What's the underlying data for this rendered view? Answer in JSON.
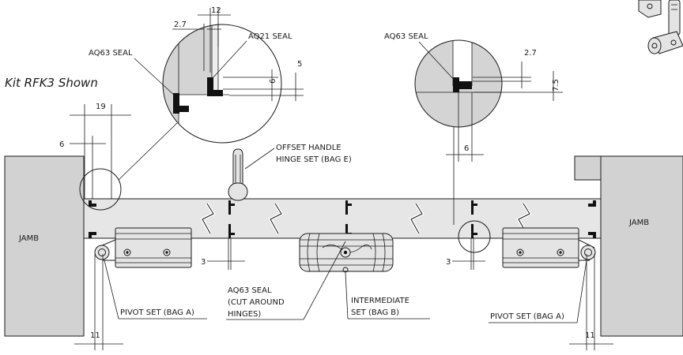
{
  "diagram": {
    "title": "Kit RFK3 Shown",
    "jamb_left": "JAMB",
    "jamb_right": "JAMB",
    "labels": {
      "aq63_seal_left": "AQ63 SEAL",
      "aq21_seal": "AQ21 SEAL",
      "aq63_seal_right": "AQ63 SEAL",
      "offset_handle_line1": "OFFSET HANDLE",
      "offset_handle_line2": "HINGE SET (BAG E)",
      "aq63_cut_line1": "AQ63 SEAL",
      "aq63_cut_line2": "(CUT AROUND",
      "aq63_cut_line3": "HINGES)",
      "intermediate_line1": "INTERMEDIATE",
      "intermediate_line2": "SET (BAG B)",
      "pivot_left": "PIVOT SET (BAG A)",
      "pivot_right": "PIVOT SET (BAG A)"
    },
    "dimensions": {
      "d12": "12",
      "d2_7_left": "2.7",
      "d5": "5",
      "d6_detail_left": "6",
      "d19": "19",
      "d6_left": "6",
      "d2_7_right": "2.7",
      "d7_5": "7.5",
      "d6_right": "6",
      "d3_left": "3",
      "d3_right": "3",
      "d11_left": "11",
      "d11_right": "11"
    }
  }
}
